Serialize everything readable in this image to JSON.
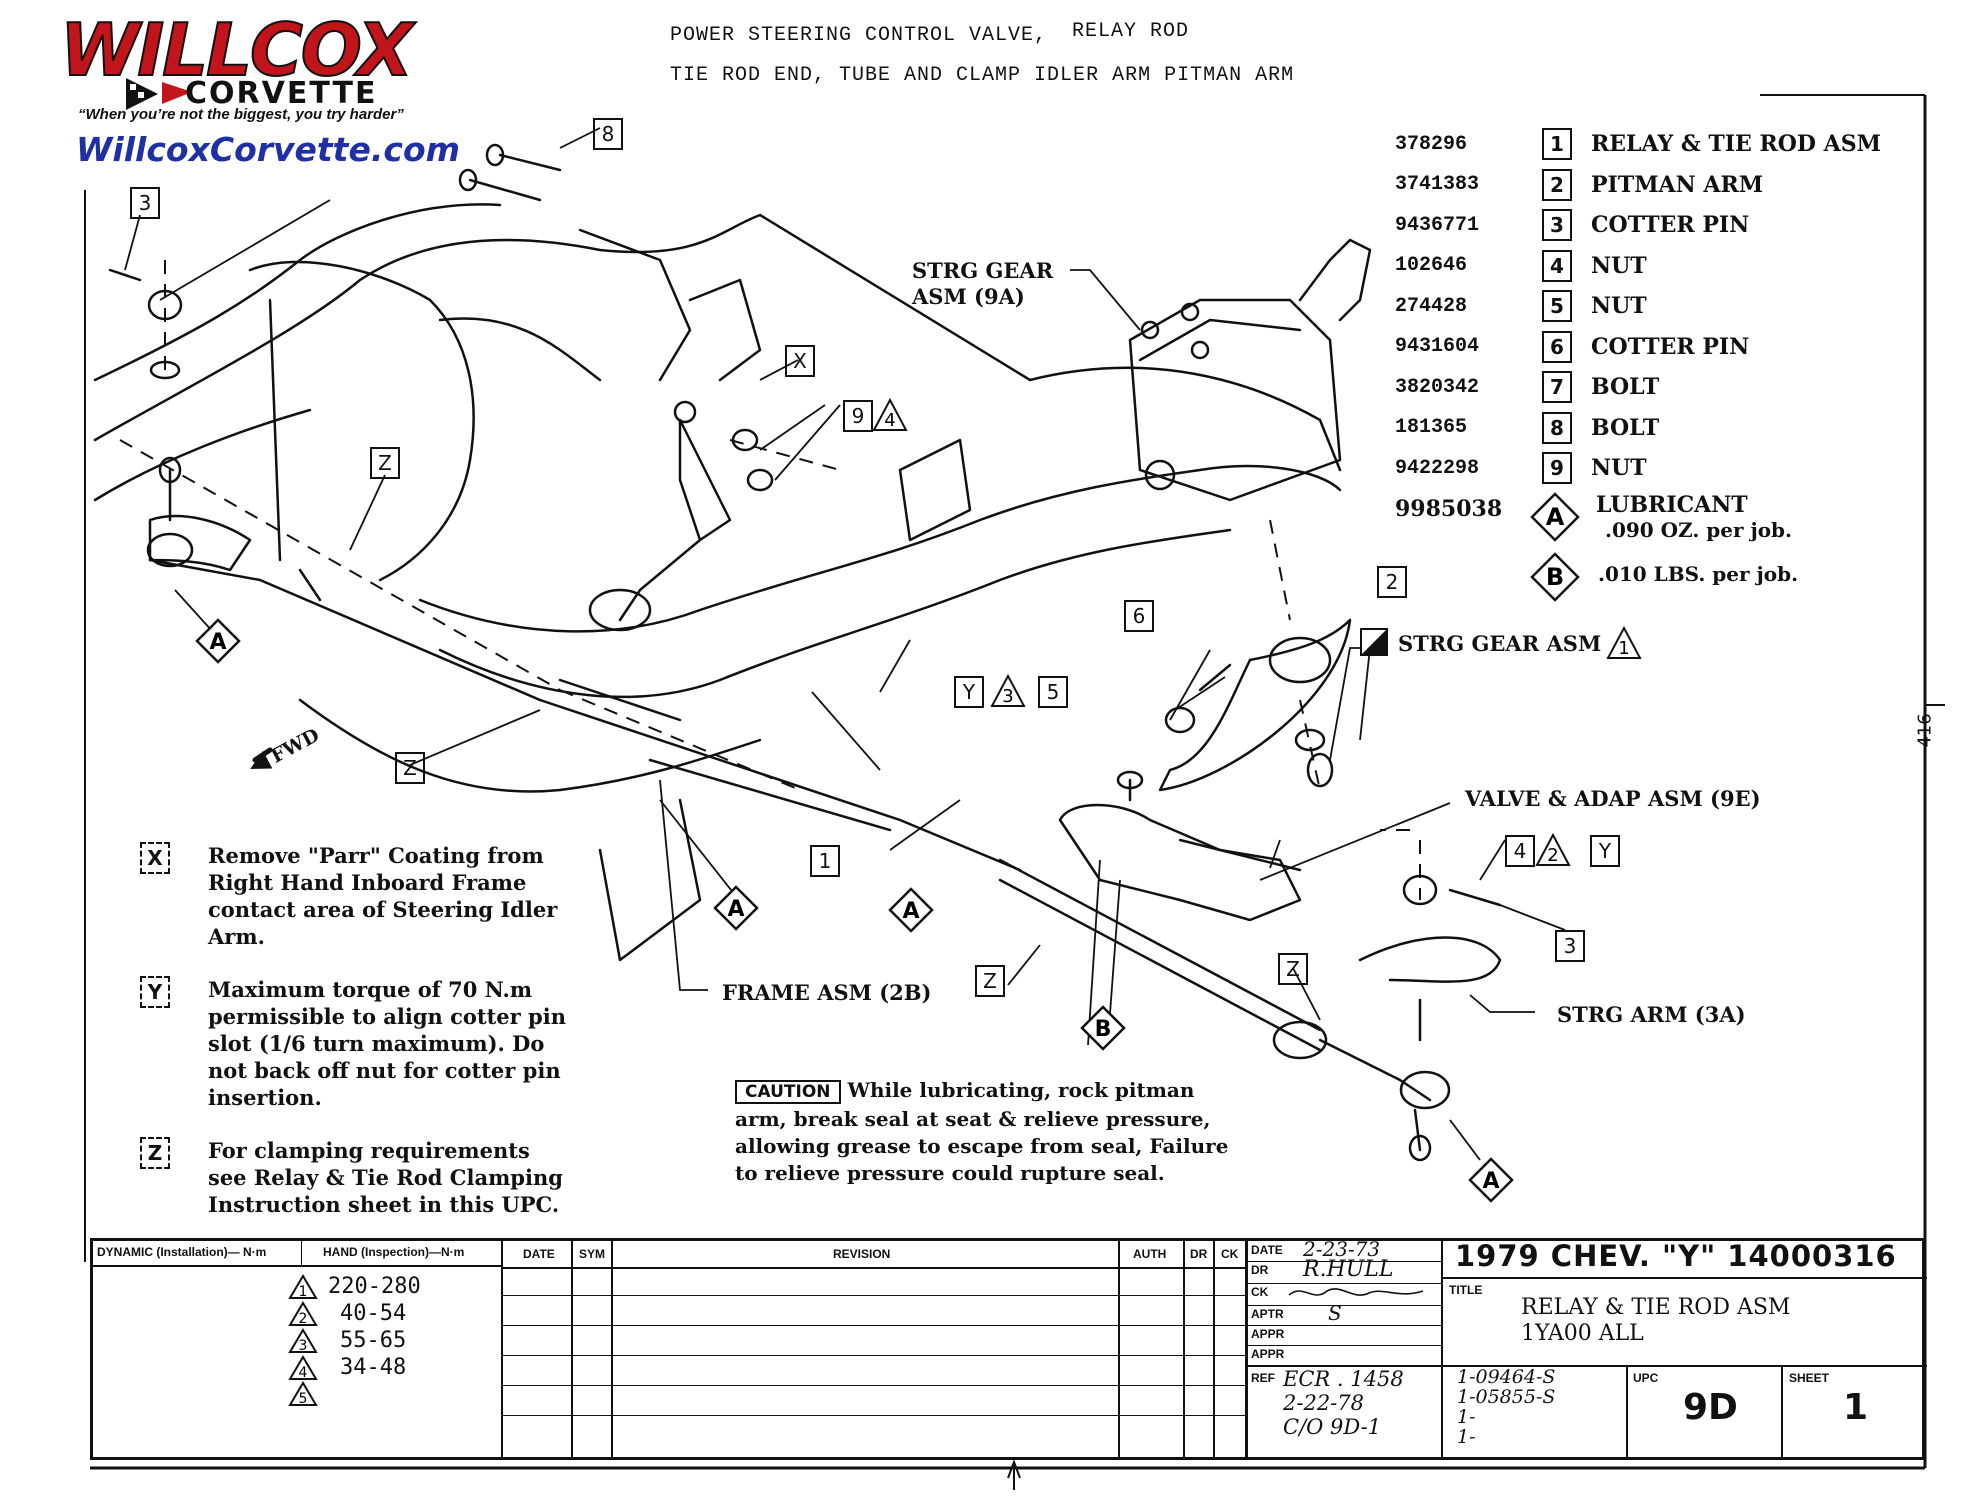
{
  "header": {
    "line1a": "POWER STEERING CONTROL VALVE,",
    "line1b": "RELAY ROD",
    "line2": "TIE ROD END, TUBE AND CLAMP IDLER ARM PITMAN ARM"
  },
  "logo": {
    "main": "WILLCOX",
    "sub": "CORVETTE",
    "tagline": "“When you’re not the biggest, you try harder”",
    "url": "WillcoxCorvette.com"
  },
  "parts": [
    {
      "part_no": "378296",
      "ref": "1",
      "name": "RELAY & TIE ROD ASM"
    },
    {
      "part_no": "3741383",
      "ref": "2",
      "name": "PITMAN ARM"
    },
    {
      "part_no": "9436771",
      "ref": "3",
      "name": "COTTER PIN"
    },
    {
      "part_no": "102646",
      "ref": "4",
      "name": "NUT"
    },
    {
      "part_no": "274428",
      "ref": "5",
      "name": "NUT"
    },
    {
      "part_no": "9431604",
      "ref": "6",
      "name": "COTTER PIN"
    },
    {
      "part_no": "3820342",
      "ref": "7",
      "name": "BOLT"
    },
    {
      "part_no": "181365",
      "ref": "8",
      "name": "BOLT"
    },
    {
      "part_no": "9422298",
      "ref": "9",
      "name": "NUT"
    }
  ],
  "lubricants": [
    {
      "part_no": "9985038",
      "ref": "A",
      "name": "LUBRICANT",
      "qty": ".090 OZ. per job."
    },
    {
      "ref": "B",
      "qty": ".010 LBS. per job."
    }
  ],
  "callouts": {
    "strg_gear_asm_9a_l1": "STRG GEAR",
    "strg_gear_asm_9a_l2": "ASM (9A)",
    "strg_gear_asm_1": "STRG GEAR ASM",
    "valve_adap": "VALVE & ADAP ASM (9E)",
    "strg_arm": "STRG ARM (3A)",
    "frame_asm": "FRAME ASM (2B)",
    "fwd": "FWD",
    "side_number": "416"
  },
  "notes": [
    {
      "key": "X",
      "text": [
        "Remove \"Parr\" Coating from",
        "Right Hand Inboard Frame",
        "contact area of Steering Idler",
        "Arm."
      ]
    },
    {
      "key": "Y",
      "text": [
        "Maximum torque of 70 N.m",
        "permissible to align cotter pin",
        "slot (1/6 turn maximum). Do",
        "not back off nut for cotter pin",
        "insertion."
      ]
    },
    {
      "key": "Z",
      "text": [
        "For clamping requirements",
        "see Relay & Tie Rod Clamping",
        "Instruction sheet in this UPC."
      ]
    }
  ],
  "caution": {
    "tag": "CAUTION",
    "lines": [
      "While lubricating, rock pitman",
      "arm, break seal at seat & relieve pressure,",
      "allowing grease to escape from seal, Failure",
      "to relieve pressure could rupture seal."
    ]
  },
  "title_block": {
    "col_dynamic": "DYNAMIC (Installation)— N·m",
    "col_hand": "HAND (Inspection)—N·m",
    "col_date": "DATE",
    "col_sym": "SYM",
    "col_revision": "REVISION",
    "col_auth": "AUTH",
    "col_dr": "DR",
    "col_ck": "CK",
    "torques": [
      {
        "ref": "1",
        "value": "220-280"
      },
      {
        "ref": "2",
        "value": "40-54"
      },
      {
        "ref": "3",
        "value": "55-65"
      },
      {
        "ref": "4",
        "value": "34-48"
      },
      {
        "ref": "5",
        "value": ""
      }
    ],
    "date_label": "DATE",
    "date_val": "2-23-73",
    "dr_label": "DR",
    "dr_val": "R.HULL",
    "ck_label": "CK",
    "ck_val": "",
    "aptr_label": "APTR",
    "aptr_val": "S",
    "appr_label": "APPR",
    "appr2_label": "APPR",
    "ref_label": "REF",
    "ref_lines": [
      "ECR . 1458",
      "2-22-78",
      "C/O 9D-1"
    ],
    "release_lines": [
      "1-09464-S",
      "1-05855-S",
      "1-",
      "1-"
    ],
    "heading": "1979 CHEV. \"Y\" 14000316",
    "title_label": "TITLE",
    "title_l1": "RELAY & TIE ROD ASM",
    "title_l2": "1YA00 ALL",
    "upc_label": "UPC",
    "upc_val": "9D",
    "sheet_label": "SHEET",
    "sheet_val": "1"
  }
}
